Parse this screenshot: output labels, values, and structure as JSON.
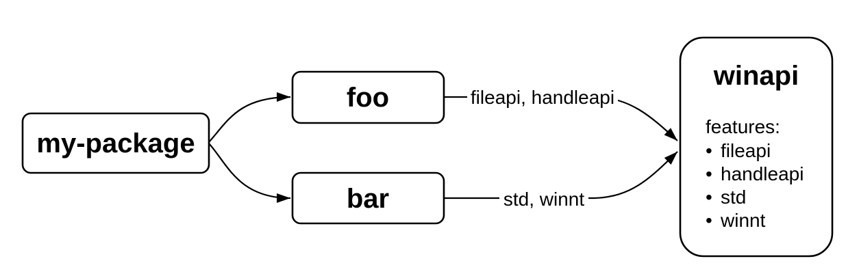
{
  "diagram": {
    "colors": {
      "background": "#ffffff",
      "stroke": "#000000",
      "node_fill": "#ffffff",
      "text": "#000000"
    },
    "nodes": {
      "my_package": {
        "label": "my-package"
      },
      "foo": {
        "label": "foo"
      },
      "bar": {
        "label": "bar"
      },
      "winapi": {
        "title": "winapi",
        "features_heading": "features:",
        "bullet_char": "•",
        "features": [
          "fileapi",
          "handleapi",
          "std",
          "winnt"
        ]
      }
    },
    "edges": {
      "foo_to_winapi": {
        "label": "fileapi, handleapi"
      },
      "bar_to_winapi": {
        "label": "std, winnt"
      }
    }
  }
}
